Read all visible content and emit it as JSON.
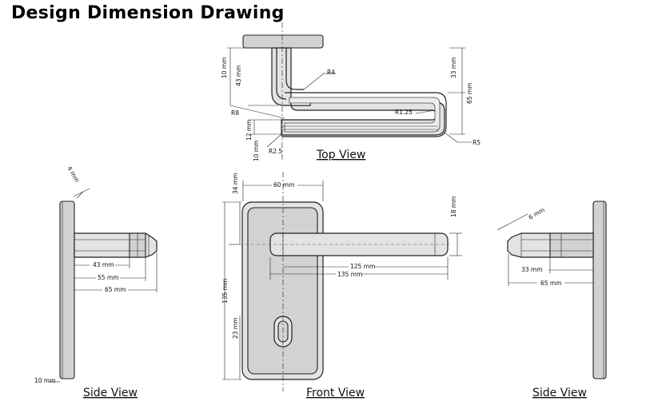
{
  "title": "Design Dimension Drawing",
  "views": {
    "top": "Top View",
    "side_left": "Side View",
    "front": "Front View",
    "side_right": "Side View"
  },
  "top_dims": {
    "d10": "10 mm",
    "d43": "43 mm",
    "d33": "33 mm",
    "d65": "65 mm",
    "d12": "12 mm",
    "d10b": "10 mm",
    "r4": "R4",
    "r8": "R8",
    "r125": "R1.25",
    "r25": "R2.5",
    "r5": "R5"
  },
  "side_left_dims": {
    "d4": "4 mm",
    "d43": "43 mm",
    "d55": "55 mm",
    "d65": "65 mm",
    "d10": "10 mm"
  },
  "front_dims": {
    "d34": "34 mm",
    "d60": "60 mm",
    "d18": "18 mm",
    "d125": "125 mm",
    "d135": "135 mm",
    "d135v": "135 mm",
    "d23": "23 mm"
  },
  "side_right_dims": {
    "d6": "6 mm",
    "d33": "33 mm",
    "d65": "65 mm"
  }
}
